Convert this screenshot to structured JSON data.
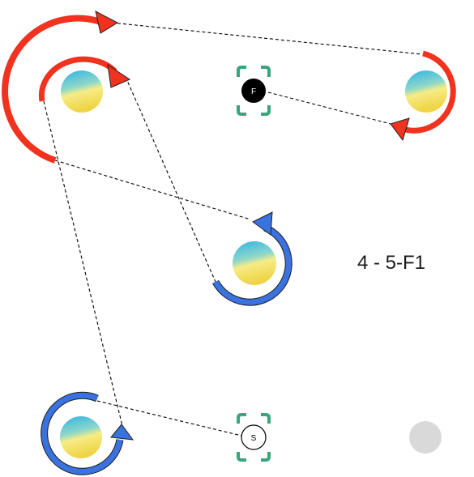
{
  "diagram": {
    "level_label": "4 - 5-F1",
    "start_marker": "S",
    "finish_marker": "F",
    "colors": {
      "clockwise_arrow": "#f0321e",
      "counter_clockwise_arrow": "#3a72e0",
      "bracket": "#3aa57a",
      "finish_fill": "#000000",
      "start_fill": "#ffffff",
      "inactive_node": "#d9d9d9",
      "node_gradient": [
        "#37b8e3",
        "#6fd0d0",
        "#f4e86a",
        "#f0d94a"
      ],
      "connector_line": "#000000"
    },
    "nodes": [
      {
        "id": "node-1",
        "rotation": "clockwise"
      },
      {
        "id": "node-2",
        "rotation": "clockwise"
      },
      {
        "id": "node-3",
        "rotation": "counter-clockwise"
      },
      {
        "id": "node-4",
        "rotation": "counter-clockwise"
      }
    ]
  }
}
